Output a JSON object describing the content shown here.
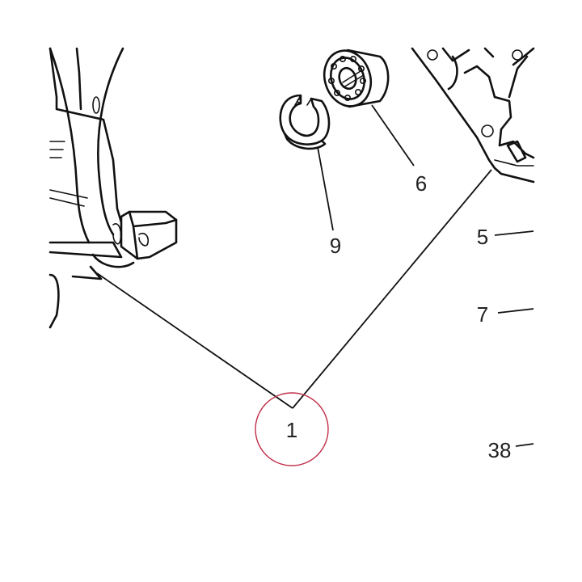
{
  "callouts": {
    "c1": "1",
    "c5": "5",
    "c6": "6",
    "c7": "7",
    "c9": "9",
    "c38": "38"
  },
  "colors": {
    "ink": "#111111",
    "highlight_circle": "#c0304a",
    "background": "#ffffff"
  }
}
